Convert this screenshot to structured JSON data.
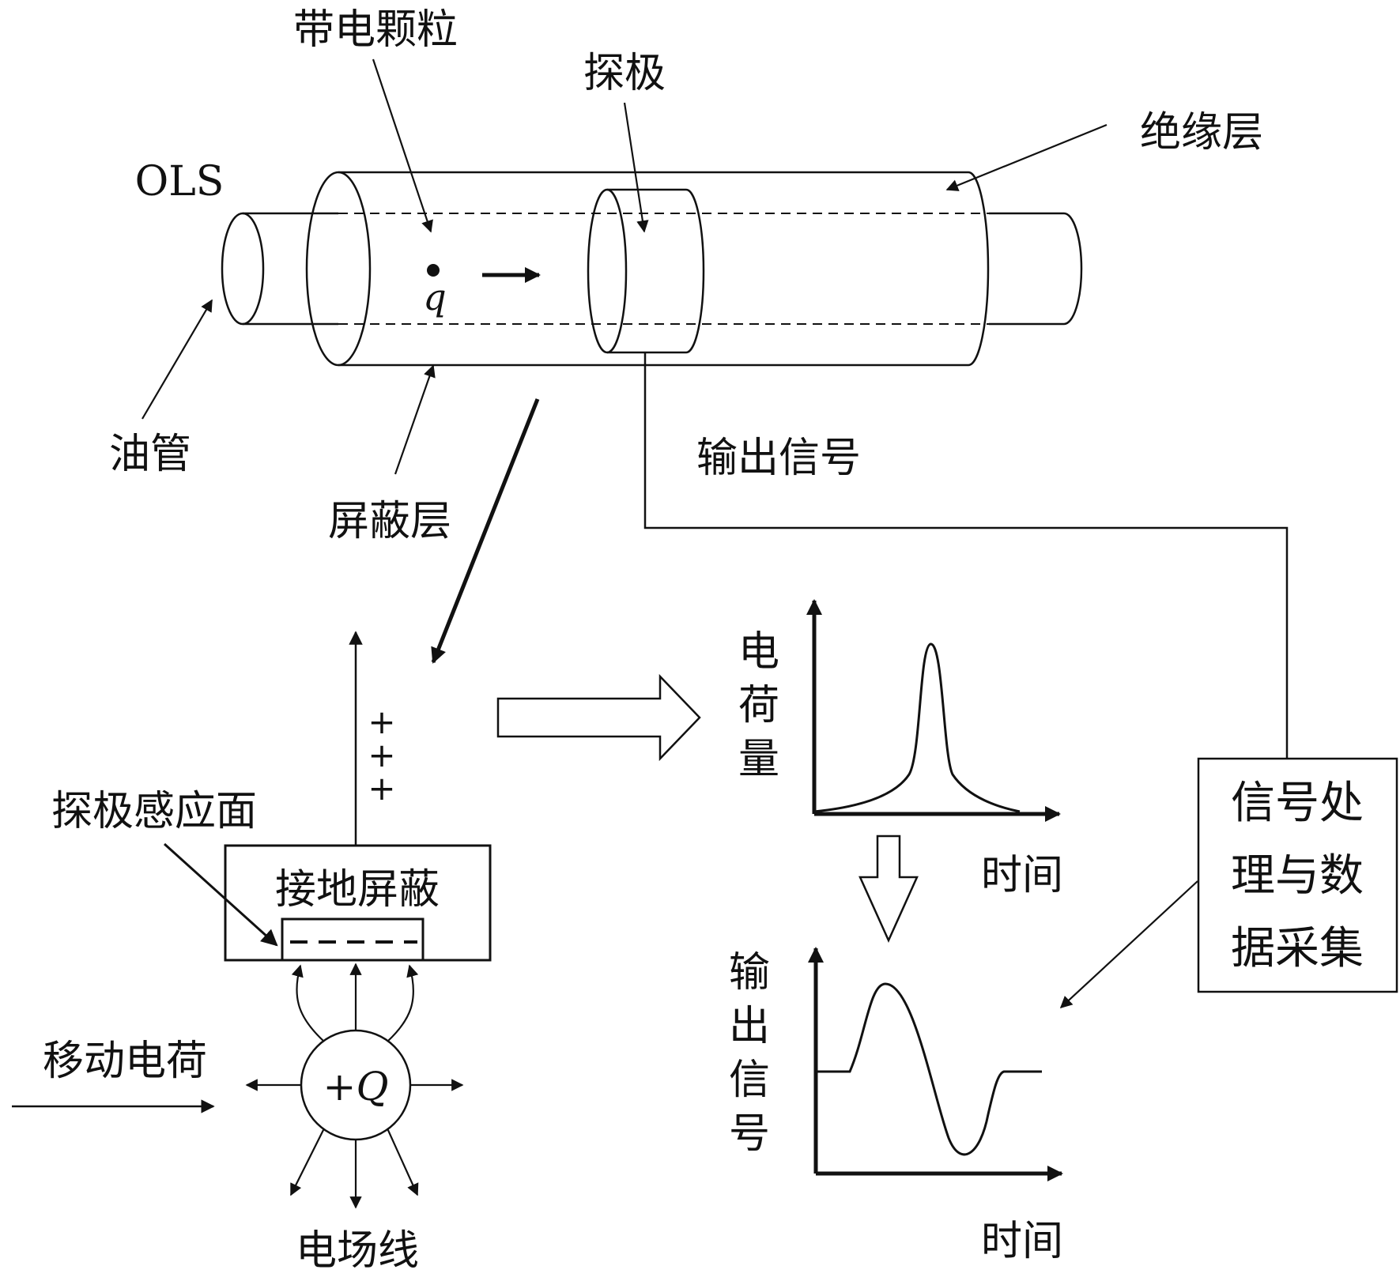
{
  "labels": {
    "charged_particle": "带电颗粒",
    "probe": "探极",
    "insulation_layer": "绝缘层",
    "ols": "OLS",
    "particle_charge": "q",
    "oil_pipe": "油管",
    "shield_layer": "屏蔽层",
    "output_signal": "输出信号",
    "probe_sensing_surface": "探极感应面",
    "grounded_shield": "接地屏蔽",
    "plus_signs": [
      "+",
      "+",
      "+"
    ],
    "moving_charge": "移动电荷",
    "source_charge": "+Q",
    "field_lines": "电场线",
    "charge_axis": [
      "电",
      "荷",
      "量"
    ],
    "time_axis_top": "时间",
    "output_axis": [
      "输",
      "出",
      "信",
      "号"
    ],
    "time_axis_bottom": "时间",
    "processing_box": [
      "信号处",
      "理与数",
      "据采集"
    ]
  },
  "colors": {
    "ink": "#111111",
    "background": "#ffffff"
  }
}
